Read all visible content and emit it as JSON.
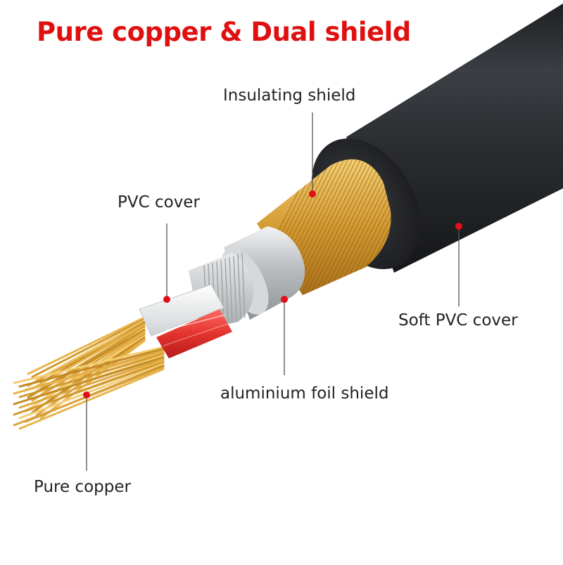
{
  "title": "Pure copper & Dual shield",
  "labels": {
    "insulating_shield": "Insulating shield",
    "pvc_cover": "PVC cover",
    "soft_pvc_cover": "Soft PVC cover",
    "aluminium_foil_shield": "aluminium foil shield",
    "pure_copper": "Pure copper"
  },
  "colors": {
    "title": "#e01010",
    "marker": "#e0101a",
    "jacket": "#2a2c30",
    "copper": "#d8a33a",
    "foil": "#c9ccce",
    "inner_insulation": "#e4332f",
    "label_text": "#222222"
  }
}
